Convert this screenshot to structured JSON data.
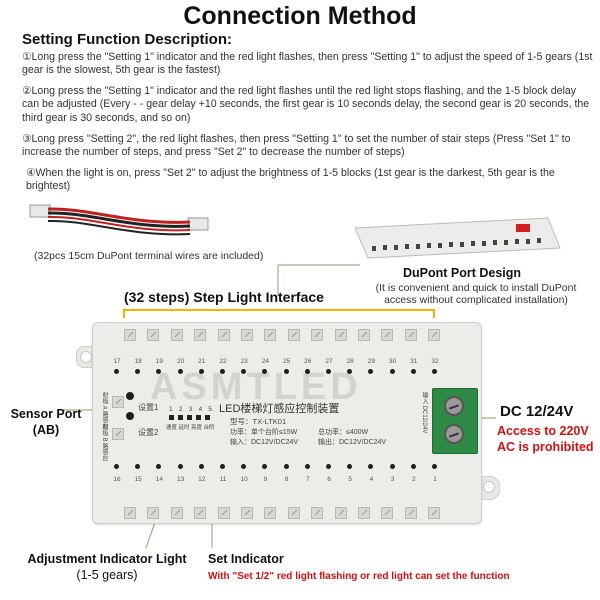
{
  "title": "Connection Method",
  "subtitle": "Setting Function Description:",
  "instructions": [
    "①Long press the \"Setting 1\" indicator and the red light flashes, then press \"Setting 1\" to adjust the speed of 1-5 gears (1st gear is the slowest, 5th gear is the fastest)",
    "②Long press the \"Setting 1\" indicator and the red light flashes until the red light stops flashing, and the 1-5 block delay can be adjusted (Every - - gear delay +10 seconds, the first gear is 10 seconds delay, the second gear is 20 seconds, the third gear is 30 seconds, and so on)",
    "③Long press \"Setting 2\", the red light flashes, then press \"Setting 1\" to set the number of stair steps (Press \"Set 1\" to increase the number of steps, and press \"Set 2\" to decrease the number of steps)",
    "④When the light is on, press \"Set 2\" to adjust the brightness of 1-5 blocks (1st gear is the darkest, 5th gear is the brightest)"
  ],
  "wires_note": "(32pcs 15cm DuPont terminal wires are included)",
  "dupont": {
    "title": "DuPont Port Design",
    "desc": "(It is convenient and quick to install DuPont access without complicated installation)"
  },
  "step_interface": "(32 steps) Step Light Interface",
  "sensor_port": {
    "line1": "Sensor Port",
    "line2": "(AB)"
  },
  "dc_label": "DC 12/24V",
  "ac_warning": {
    "line1": "Access to 220V",
    "line2": "AC is prohibited"
  },
  "adjust_indicator": {
    "line1": "Adjustment Indicator Light",
    "line2": "(1-5 gears)"
  },
  "set_indicator": "Set Indicator",
  "set_note": "With \"Set 1/2\" red light flashing or red light can set the function",
  "board": {
    "watermark": "ASMTLED",
    "name": "LED楼梯灯感应控制装置",
    "model": "型号：TX-LTK01",
    "power_single": "功率：单个台阶≤15W",
    "power_total": "总功率：≤400W",
    "input1": "输入：DC12V/DC24V",
    "input2": "输出：DC12V/DC24V",
    "set1": "设置1",
    "set2": "设置2",
    "indicator_nums": "1 2 3 4 5",
    "indicator_labels": "速度 延时 亮度 台阶",
    "input_side": "输入 DC12/24V",
    "sensor_a": "射极 A 路感应",
    "sensor_b": "射极 B 路感应",
    "top_pins": [
      "17",
      "18",
      "19",
      "20",
      "21",
      "22",
      "23",
      "24",
      "25",
      "26",
      "27",
      "28",
      "29",
      "30",
      "31",
      "32"
    ],
    "bottom_pins": [
      "16",
      "15",
      "14",
      "13",
      "12",
      "11",
      "10",
      "9",
      "8",
      "7",
      "6",
      "5",
      "4",
      "3",
      "2",
      "1"
    ]
  }
}
